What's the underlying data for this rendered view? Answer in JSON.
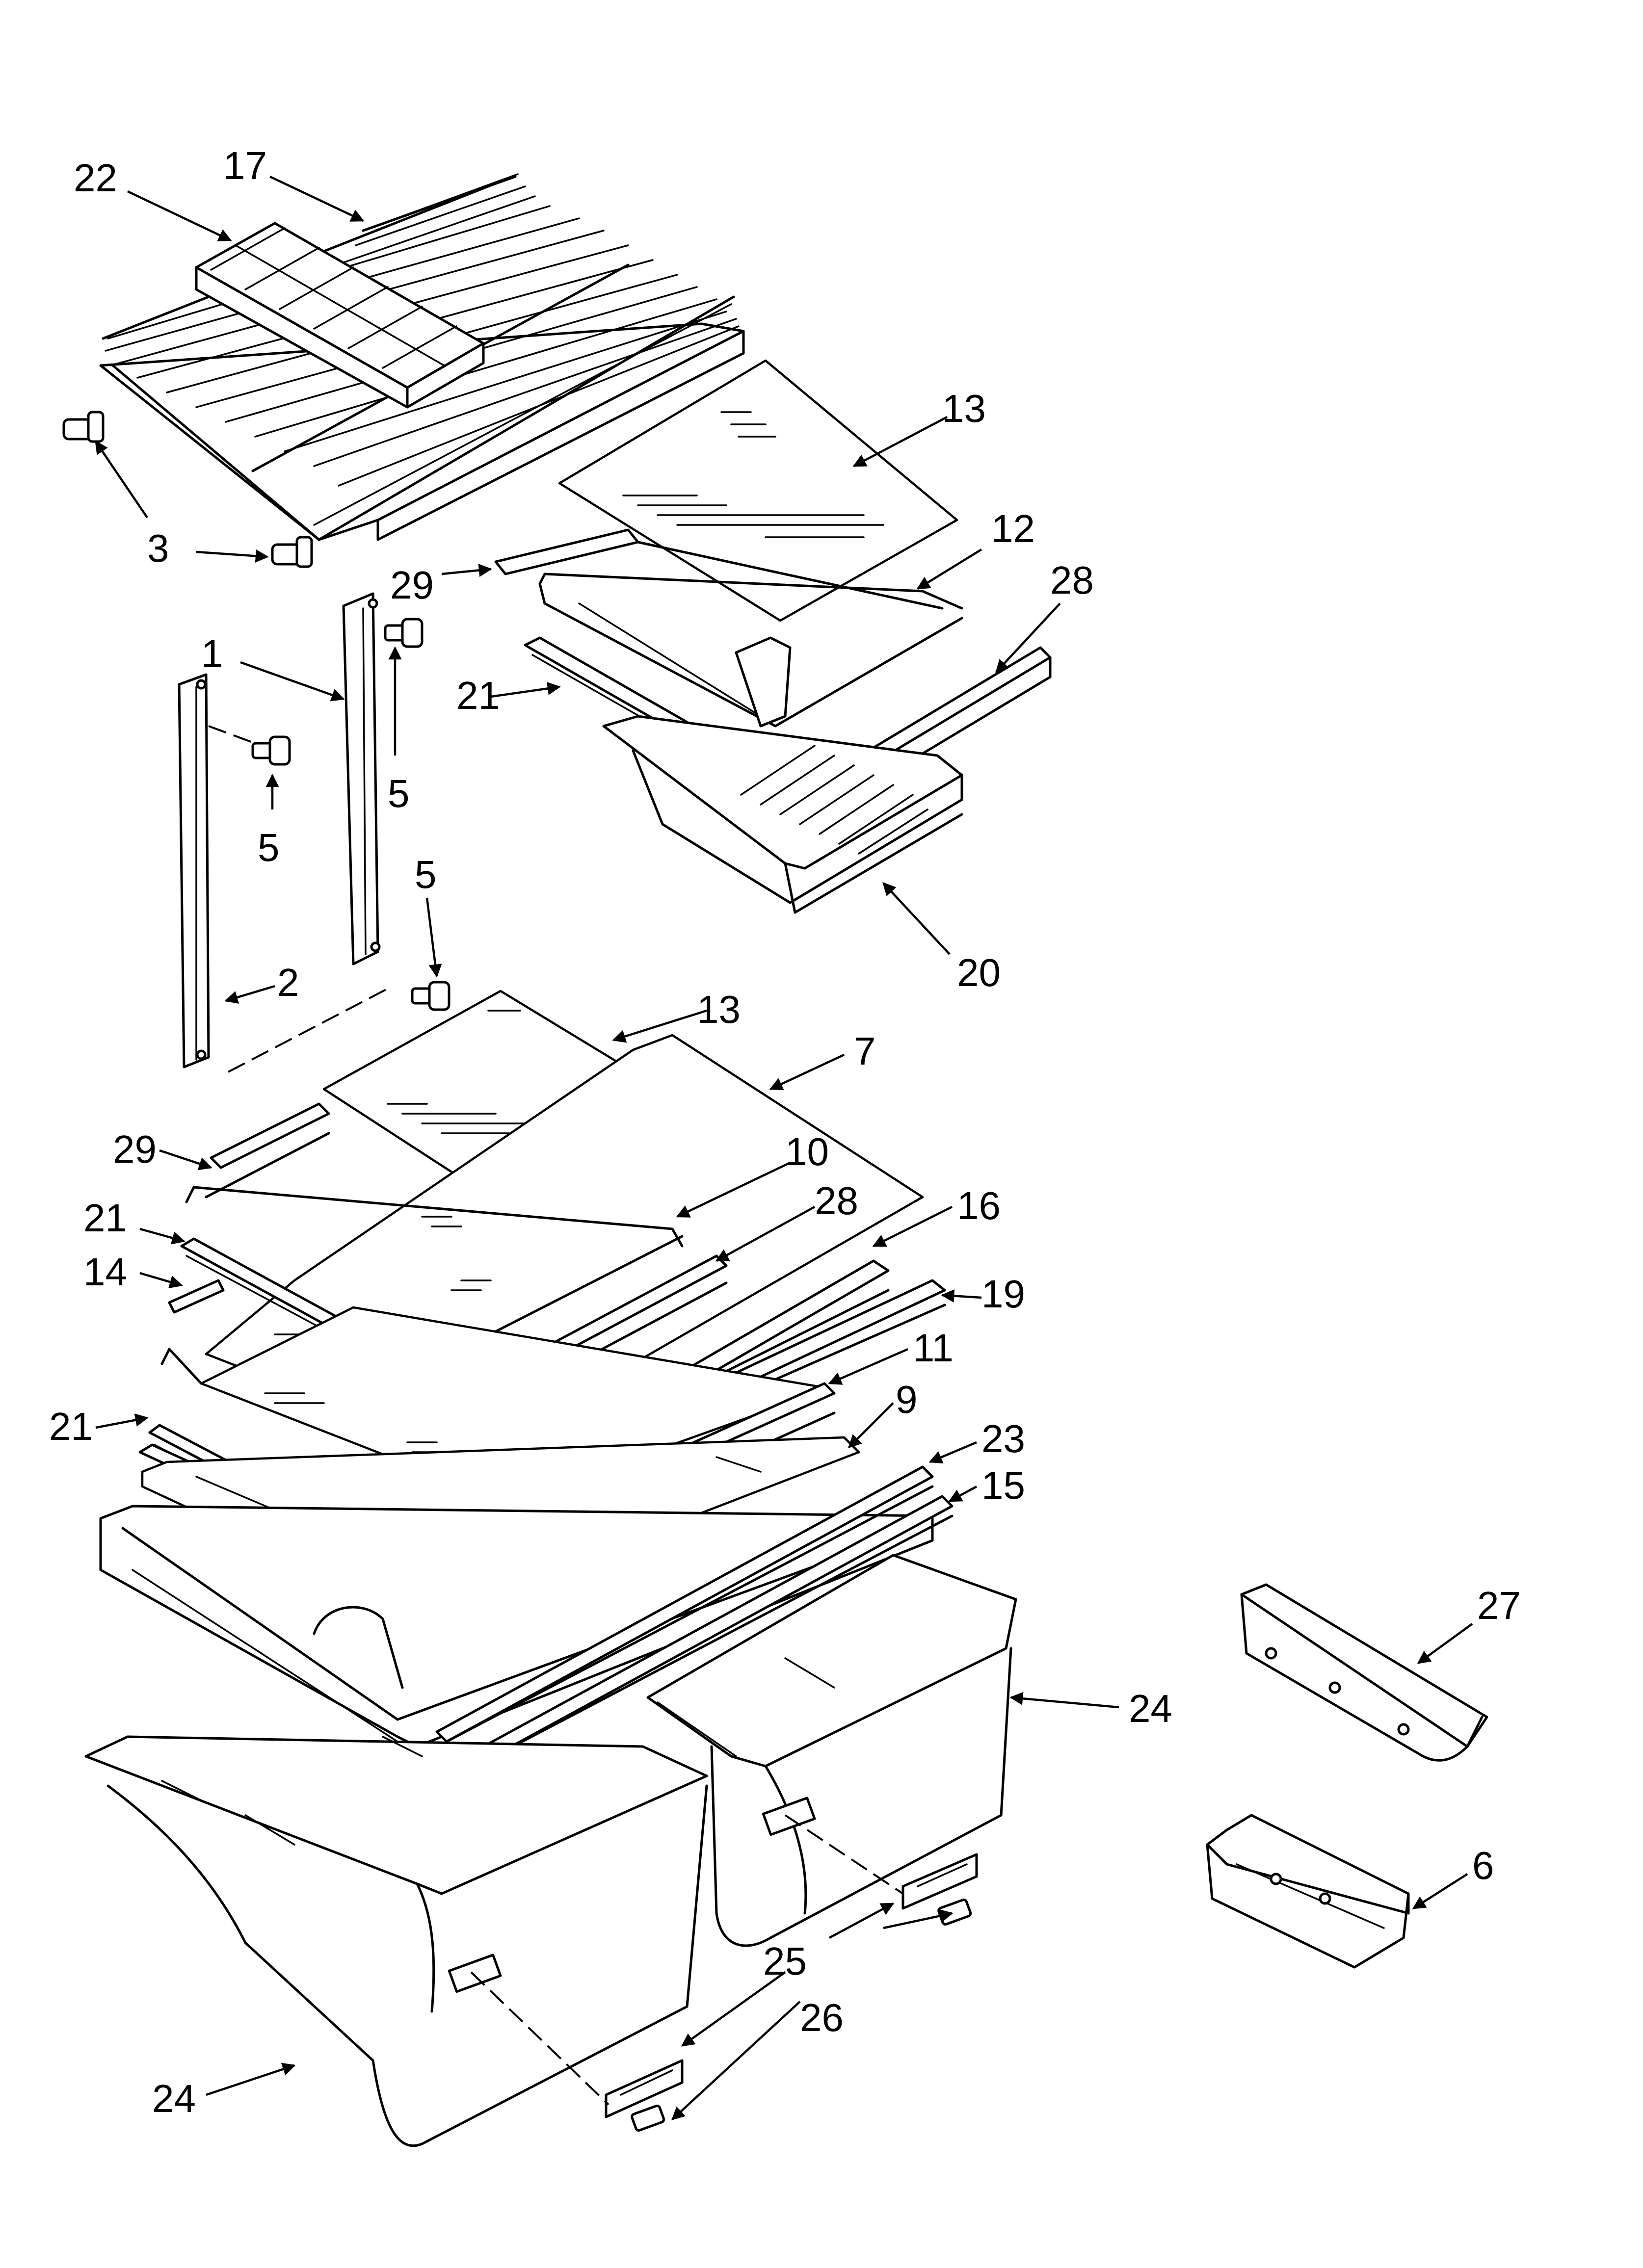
{
  "diagram": {
    "callouts": [
      {
        "id": "c22",
        "label": "22"
      },
      {
        "id": "c17",
        "label": "17"
      },
      {
        "id": "c13a",
        "label": "13"
      },
      {
        "id": "c3",
        "label": "3"
      },
      {
        "id": "c12",
        "label": "12"
      },
      {
        "id": "c28a",
        "label": "28"
      },
      {
        "id": "c29a",
        "label": "29"
      },
      {
        "id": "c1",
        "label": "1"
      },
      {
        "id": "c21a",
        "label": "21"
      },
      {
        "id": "c5a",
        "label": "5"
      },
      {
        "id": "c5b",
        "label": "5"
      },
      {
        "id": "c5c",
        "label": "5"
      },
      {
        "id": "c2",
        "label": "2"
      },
      {
        "id": "c20",
        "label": "20"
      },
      {
        "id": "c13b",
        "label": "13"
      },
      {
        "id": "c7",
        "label": "7"
      },
      {
        "id": "c29b",
        "label": "29"
      },
      {
        "id": "c10",
        "label": "10"
      },
      {
        "id": "c28b",
        "label": "28"
      },
      {
        "id": "c16",
        "label": "16"
      },
      {
        "id": "c21b",
        "label": "21"
      },
      {
        "id": "c14",
        "label": "14"
      },
      {
        "id": "c19",
        "label": "19"
      },
      {
        "id": "c11",
        "label": "11"
      },
      {
        "id": "c9",
        "label": "9"
      },
      {
        "id": "c21c",
        "label": "21"
      },
      {
        "id": "c23",
        "label": "23"
      },
      {
        "id": "c15",
        "label": "15"
      },
      {
        "id": "c27",
        "label": "27"
      },
      {
        "id": "c24a",
        "label": "24"
      },
      {
        "id": "c6",
        "label": "6"
      },
      {
        "id": "c25",
        "label": "25"
      },
      {
        "id": "c26",
        "label": "26"
      },
      {
        "id": "c24b",
        "label": "24"
      }
    ]
  }
}
